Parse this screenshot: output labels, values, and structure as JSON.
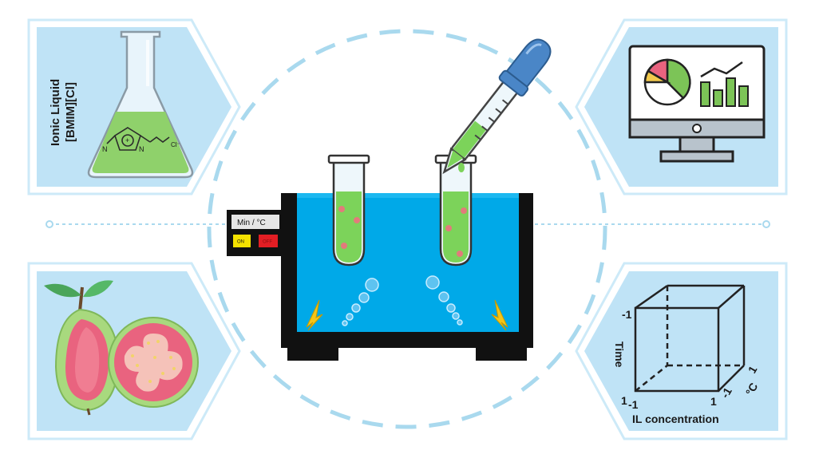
{
  "colors": {
    "panel_fill": "#bfe3f6",
    "panel_border": "#cdeaf8",
    "water": "#00a9e8",
    "liquid_green": "#7cd35a",
    "guava_pink": "#e9637f",
    "dropper_blue": "#4a86c7",
    "dashed_circle": "#a9d9ee"
  },
  "ionic_liquid": {
    "title_line1": "Ionic Liquid",
    "title_line2": "[BMIM][Cl]",
    "atom_n1": "N",
    "atom_n2": "N",
    "charge": "+",
    "anion": "Cl⁻"
  },
  "bath": {
    "display_label": "Min / °C",
    "on_label": "ON",
    "off_label": "OFF"
  },
  "cube": {
    "axis_time": "Time",
    "axis_il": "IL concentration",
    "axis_temp": "°C",
    "tick_top": "-1",
    "tick_origin_a": "1",
    "tick_origin_b": "-1",
    "tick_il_end": "1",
    "tick_temp_a": "-1",
    "tick_temp_b": "1"
  },
  "icons": {
    "flask": "flask-icon",
    "imidazolium": "imidazolium-structure-icon",
    "guava": "guava-fruit-icon",
    "ultrasonic_bath": "ultrasonic-bath-icon",
    "test_tube": "test-tube-icon",
    "dropper": "dropper-icon",
    "monitor": "monitor-chart-icon",
    "pie": "pie-chart-icon",
    "bars": "bar-chart-icon",
    "cube": "experimental-design-cube-icon",
    "ultrasound": "ultrasound-wave-icon"
  }
}
